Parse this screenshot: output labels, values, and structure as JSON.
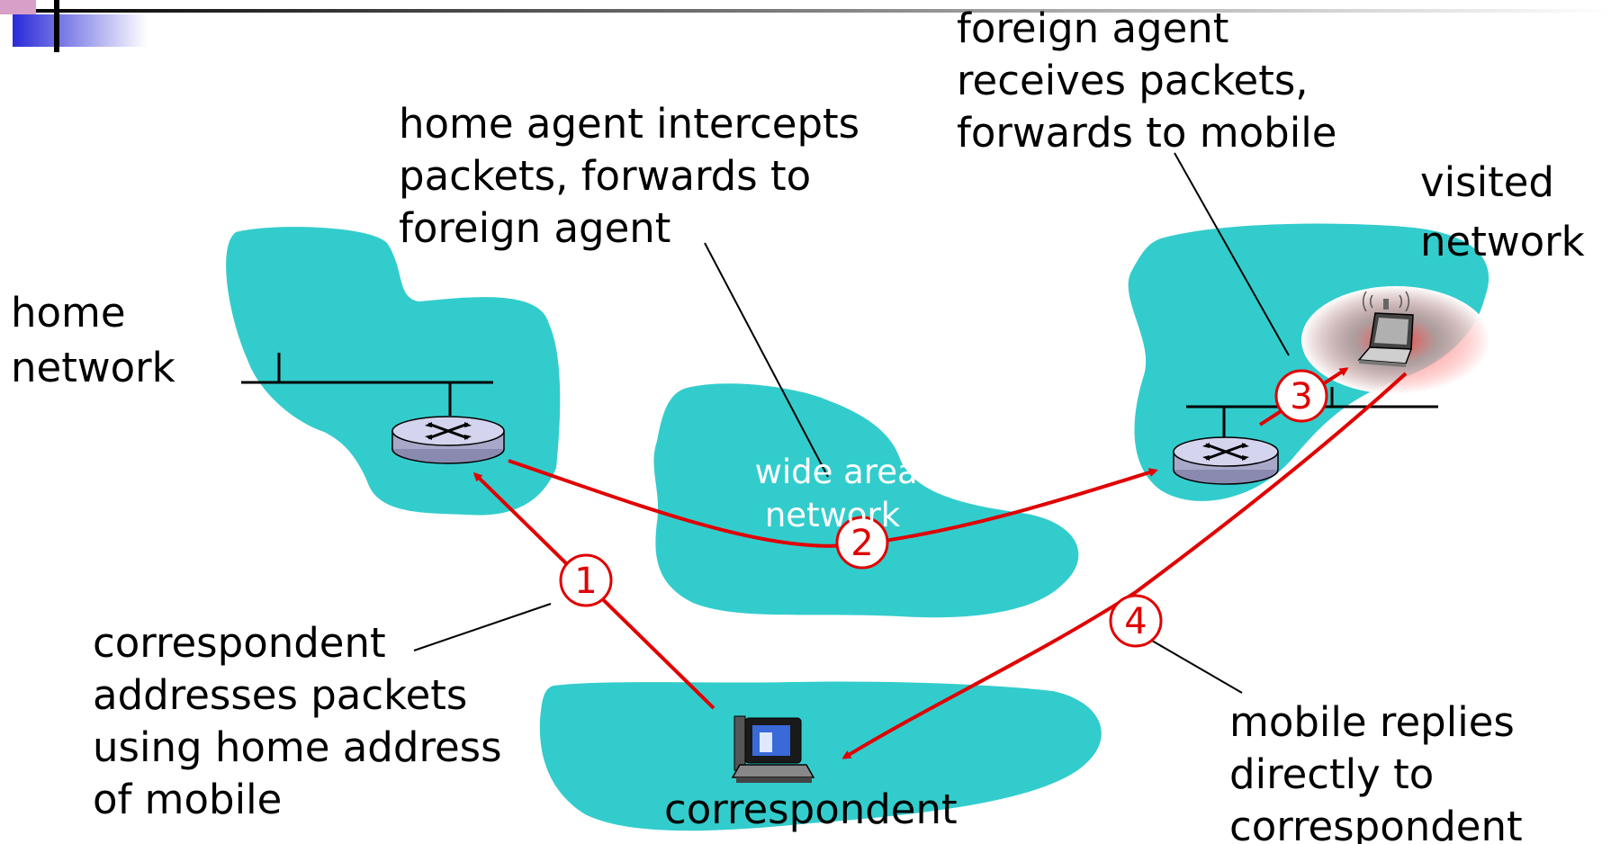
{
  "colors": {
    "network_fill": "#33CCCC",
    "arrow": "#E00000",
    "label_text": "#000000",
    "wan_text": "#FFFFFF",
    "badge_border": "#E00000",
    "highlight": "#FF4040"
  },
  "labels": {
    "home_network": [
      "home",
      "network"
    ],
    "visited_network": [
      "visited",
      "network"
    ],
    "wide_area_network": [
      "wide area",
      "network"
    ],
    "correspondent": "correspondent"
  },
  "annotations": {
    "home_agent": [
      "home agent intercepts",
      "packets, forwards to",
      "foreign agent"
    ],
    "foreign_agent": [
      "foreign agent",
      "receives packets,",
      "forwards to mobile"
    ],
    "correspondent_addresses": [
      "correspondent",
      "addresses packets",
      "using home address",
      "of mobile"
    ],
    "mobile_replies": [
      "mobile replies",
      "directly to",
      "correspondent"
    ]
  },
  "steps": [
    "1",
    "2",
    "3",
    "4"
  ],
  "icons": [
    "router-icon",
    "laptop-icon",
    "computer-icon"
  ]
}
